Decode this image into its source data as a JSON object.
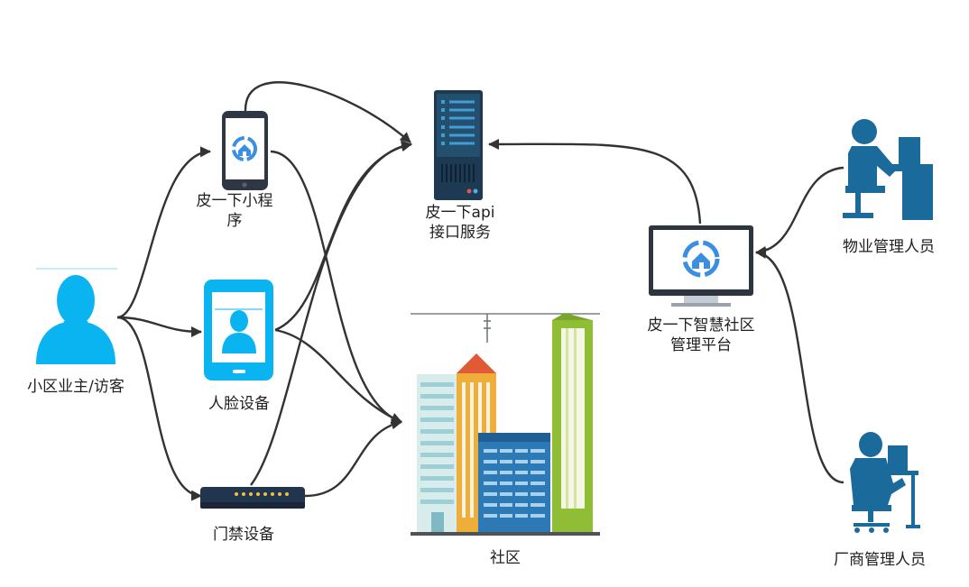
{
  "nodes": {
    "owner": {
      "label": "小区业主/访客",
      "icon": "person-icon"
    },
    "mini_program": {
      "label_line1": "皮一下小程",
      "label_line2": "序",
      "icon": "smartphone-icon"
    },
    "face_device": {
      "label": "人脸设备",
      "icon": "face-tablet-icon"
    },
    "door_device": {
      "label": "门禁设备",
      "icon": "router-icon"
    },
    "api_service": {
      "label_line1": "皮一下api",
      "label_line2": "接口服务",
      "icon": "server-icon"
    },
    "platform": {
      "label_line1": "皮一下智慧社区",
      "label_line2": "管理平台",
      "icon": "monitor-icon"
    },
    "property_manager": {
      "label": "物业管理人员",
      "icon": "desk-worker-icon"
    },
    "vendor_manager": {
      "label": "厂商管理人员",
      "icon": "office-worker-icon"
    },
    "community": {
      "label": "社区",
      "icon": "buildings-icon"
    }
  },
  "colors": {
    "cyan": "#0ab4f0",
    "navy": "#1d3c5a",
    "teal_dark": "#1b5f86",
    "line": "#333333"
  }
}
